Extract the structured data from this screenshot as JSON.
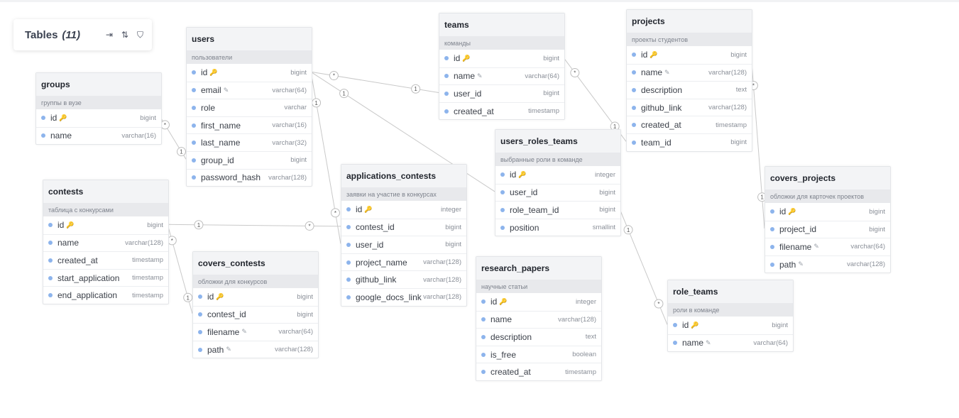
{
  "panel": {
    "title": "Tables",
    "count": "(11)"
  },
  "tables": {
    "groups": {
      "name": "groups",
      "note": "группы в вузе",
      "fields": [
        {
          "name": "id",
          "type": "bigint",
          "icon": "key"
        },
        {
          "name": "name",
          "type": "varchar(16)"
        }
      ]
    },
    "users": {
      "name": "users",
      "note": "пользователи",
      "fields": [
        {
          "name": "id",
          "type": "bigint",
          "icon": "key"
        },
        {
          "name": "email",
          "type": "varchar(64)",
          "icon": "pin"
        },
        {
          "name": "role",
          "type": "varchar"
        },
        {
          "name": "first_name",
          "type": "varchar(16)"
        },
        {
          "name": "last_name",
          "type": "varchar(32)"
        },
        {
          "name": "group_id",
          "type": "bigint"
        },
        {
          "name": "password_hash",
          "type": "varchar(128)"
        }
      ]
    },
    "teams": {
      "name": "teams",
      "note": "команды",
      "fields": [
        {
          "name": "id",
          "type": "bigint",
          "icon": "key"
        },
        {
          "name": "name",
          "type": "varchar(64)",
          "icon": "pin"
        },
        {
          "name": "user_id",
          "type": "bigint"
        },
        {
          "name": "created_at",
          "type": "timestamp"
        }
      ]
    },
    "projects": {
      "name": "projects",
      "note": "проекты студентов",
      "fields": [
        {
          "name": "id",
          "type": "bigint",
          "icon": "key"
        },
        {
          "name": "name",
          "type": "varchar(128)",
          "icon": "pin"
        },
        {
          "name": "description",
          "type": "text"
        },
        {
          "name": "github_link",
          "type": "varchar(128)"
        },
        {
          "name": "created_at",
          "type": "timestamp"
        },
        {
          "name": "team_id",
          "type": "bigint"
        }
      ]
    },
    "users_roles_teams": {
      "name": "users_roles_teams",
      "note": "выбранные роли в команде",
      "fields": [
        {
          "name": "id",
          "type": "integer",
          "icon": "key"
        },
        {
          "name": "user_id",
          "type": "bigint"
        },
        {
          "name": "role_team_id",
          "type": "bigint"
        },
        {
          "name": "position",
          "type": "smallint"
        }
      ]
    },
    "contests": {
      "name": "contests",
      "note": "таблица с конкурсами",
      "fields": [
        {
          "name": "id",
          "type": "bigint",
          "icon": "key"
        },
        {
          "name": "name",
          "type": "varchar(128)"
        },
        {
          "name": "created_at",
          "type": "timestamp"
        },
        {
          "name": "start_application",
          "type": "timestamp"
        },
        {
          "name": "end_application",
          "type": "timestamp"
        }
      ]
    },
    "applications_contests": {
      "name": "applications_contests",
      "note": "заявки на участие в конкурсах",
      "fields": [
        {
          "name": "id",
          "type": "integer",
          "icon": "key"
        },
        {
          "name": "contest_id",
          "type": "bigint"
        },
        {
          "name": "user_id",
          "type": "bigint"
        },
        {
          "name": "project_name",
          "type": "varchar(128)"
        },
        {
          "name": "github_link",
          "type": "varchar(128)"
        },
        {
          "name": "google_docs_link",
          "type": "varchar(128)"
        }
      ]
    },
    "covers_projects": {
      "name": "covers_projects",
      "note": "обложки для карточек проектов",
      "fields": [
        {
          "name": "id",
          "type": "bigint",
          "icon": "key"
        },
        {
          "name": "project_id",
          "type": "bigint"
        },
        {
          "name": "filename",
          "type": "varchar(64)",
          "icon": "pin"
        },
        {
          "name": "path",
          "type": "varchar(128)",
          "icon": "pin"
        }
      ]
    },
    "covers_contests": {
      "name": "covers_contests",
      "note": "обложки для конкурсов",
      "fields": [
        {
          "name": "id",
          "type": "bigint",
          "icon": "key"
        },
        {
          "name": "contest_id",
          "type": "bigint"
        },
        {
          "name": "filename",
          "type": "varchar(64)",
          "icon": "pin"
        },
        {
          "name": "path",
          "type": "varchar(128)",
          "icon": "pin"
        }
      ]
    },
    "research_papers": {
      "name": "research_papers",
      "note": "научные статьи",
      "fields": [
        {
          "name": "id",
          "type": "integer",
          "icon": "key"
        },
        {
          "name": "name",
          "type": "varchar(128)"
        },
        {
          "name": "description",
          "type": "text"
        },
        {
          "name": "is_free",
          "type": "boolean"
        },
        {
          "name": "created_at",
          "type": "timestamp"
        }
      ]
    },
    "role_teams": {
      "name": "role_teams",
      "note": "роли в команде",
      "fields": [
        {
          "name": "id",
          "type": "bigint",
          "icon": "key"
        },
        {
          "name": "name",
          "type": "varchar(64)",
          "icon": "pin"
        }
      ]
    }
  },
  "relations": [
    {
      "from": "groups.id",
      "to": "users.group_id",
      "from_card": "*",
      "to_card": "1"
    },
    {
      "from": "users.id",
      "to": "teams.user_id",
      "from_card": "*",
      "to_card": "1"
    },
    {
      "from": "users.id",
      "to": "users_roles_teams.user_id",
      "from_card": "1",
      "to_card": "*"
    },
    {
      "from": "users.id",
      "to": "applications_contests.user_id",
      "from_card": "1",
      "to_card": "*"
    },
    {
      "from": "teams.id",
      "to": "projects.team_id",
      "from_card": "*",
      "to_card": "1"
    },
    {
      "from": "projects.id",
      "to": "covers_projects.project_id",
      "from_card": "*",
      "to_card": "1"
    },
    {
      "from": "contests.id",
      "to": "applications_contests.contest_id",
      "from_card": "1",
      "to_card": "*"
    },
    {
      "from": "contests.id",
      "to": "covers_contests.contest_id",
      "from_card": "*",
      "to_card": "1"
    },
    {
      "from": "users_roles_teams.role_team_id",
      "to": "role_teams.id",
      "from_card": "1",
      "to_card": "*"
    }
  ]
}
